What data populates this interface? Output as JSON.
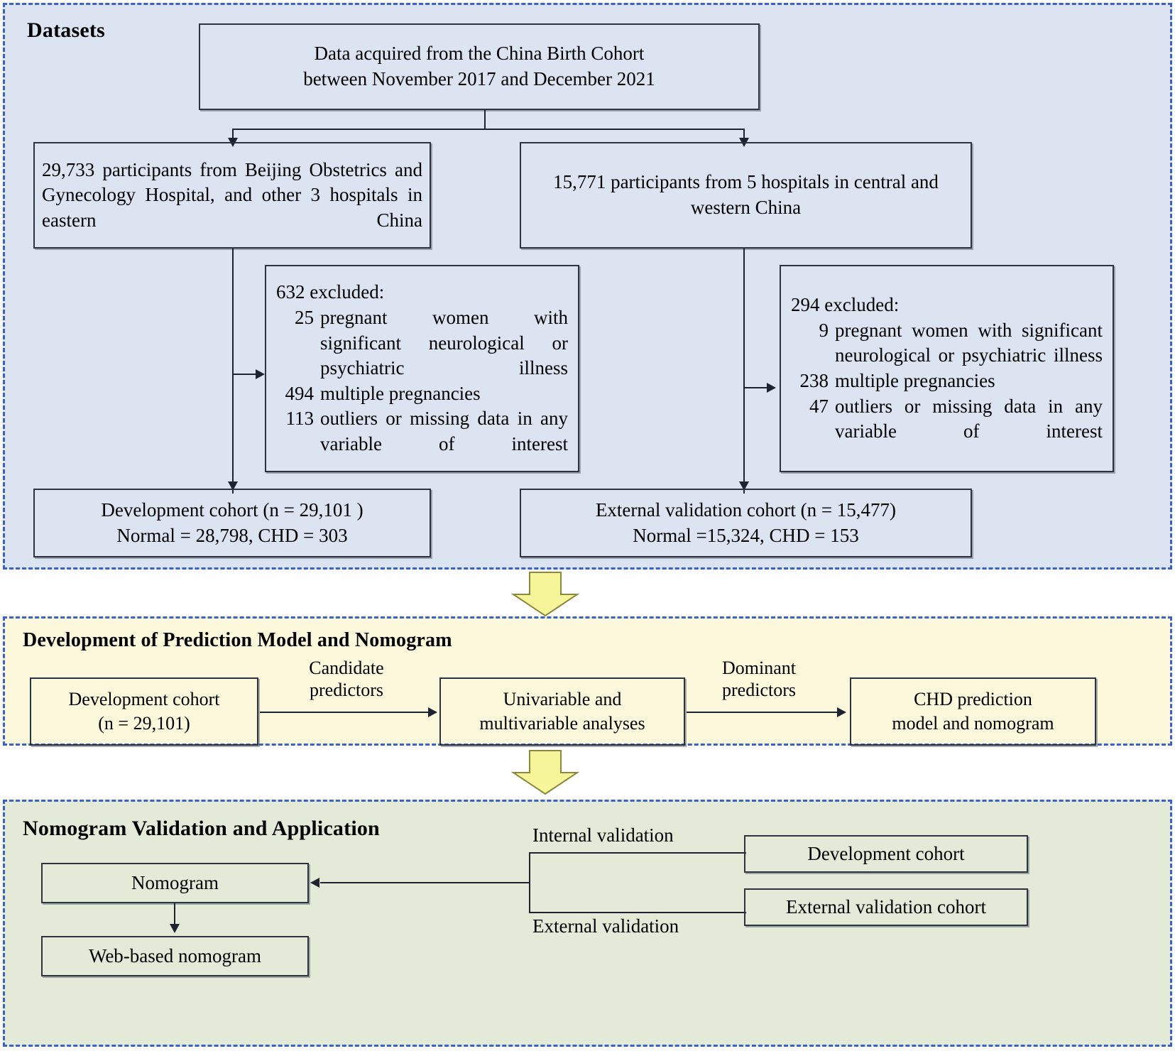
{
  "colors": {
    "panel_datasets_bg": "#dce3f1",
    "panel_development_bg": "#fbf8dc",
    "panel_validation_bg": "#e3ebd8",
    "panel_border": "#3b62c4",
    "box_border": "#2d3340",
    "connector": "#1d2330",
    "block_arrow_fill": "#f7f59a",
    "block_arrow_stroke": "#8a8a3c"
  },
  "panels": {
    "datasets": {
      "title": "Datasets",
      "source_box": {
        "line1": "Data acquired from the China Birth Cohort",
        "line2": "between November 2017 and December 2021"
      },
      "left_branch": {
        "cohort_box": "29,733 participants from Beijing Obstetrics and Gynecology Hospital, and other 3 hospitals in eastern China",
        "excluded": {
          "header": "632 excluded:",
          "items": [
            {
              "count": "25",
              "text": "pregnant women with significant neurological or psychiatric illness"
            },
            {
              "count": "494",
              "text": "multiple pregnancies"
            },
            {
              "count": "113",
              "text": "outliers or missing data in any variable of interest"
            }
          ]
        },
        "result_box": {
          "line1": "Development cohort (n = 29,101 )",
          "line2": "Normal = 28,798, CHD = 303"
        }
      },
      "right_branch": {
        "cohort_box": "15,771 participants from 5 hospitals in central and western China",
        "excluded": {
          "header": "294 excluded:",
          "items": [
            {
              "count": "9",
              "text": "pregnant women with significant neurological or psychiatric illness"
            },
            {
              "count": "238",
              "text": "multiple pregnancies"
            },
            {
              "count": "47",
              "text": "outliers or missing data in any variable of interest"
            }
          ]
        },
        "result_box": {
          "line1": "External validation cohort (n = 15,477)",
          "line2": "Normal =15,324, CHD = 153"
        }
      }
    },
    "development": {
      "title": "Development of Prediction Model and Nomogram",
      "box1": {
        "line1": "Development cohort",
        "line2": "(n = 29,101)"
      },
      "arrow1_label": {
        "line1": "Candidate",
        "line2": "predictors"
      },
      "box2": {
        "line1": "Univariable and",
        "line2": "multivariable analyses"
      },
      "arrow2_label": {
        "line1": "Dominant",
        "line2": "predictors"
      },
      "box3": {
        "line1": "CHD prediction",
        "line2": "model and nomogram"
      }
    },
    "validation": {
      "title": "Nomogram Validation and Application",
      "nomogram_box": "Nomogram",
      "web_box": "Web-based nomogram",
      "internal_label": "Internal validation",
      "external_label": "External validation",
      "dev_cohort_box": "Development cohort",
      "ext_cohort_box": "External validation cohort"
    }
  }
}
